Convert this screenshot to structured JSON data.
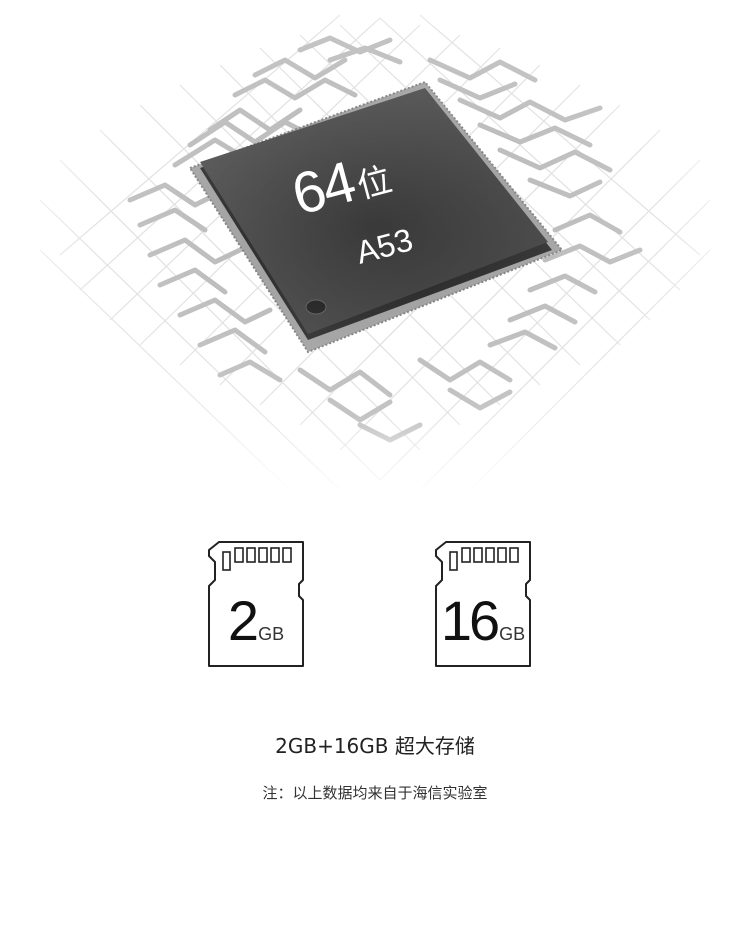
{
  "chip": {
    "bits_number": "64",
    "bits_suffix": "位",
    "core_model": "A53"
  },
  "storage_cards": [
    {
      "number": "2",
      "unit": "GB"
    },
    {
      "number": "16",
      "unit": "GB"
    }
  ],
  "headline": "2GB+16GB 超大存储",
  "note": "注：以上数据均来自于海信实验室",
  "colors": {
    "chip_top": "#3c3c3c",
    "chip_side": "#1e1e1e",
    "trace": "#b8b8b8",
    "grid": "#dcdcdc",
    "text": "#222222"
  }
}
